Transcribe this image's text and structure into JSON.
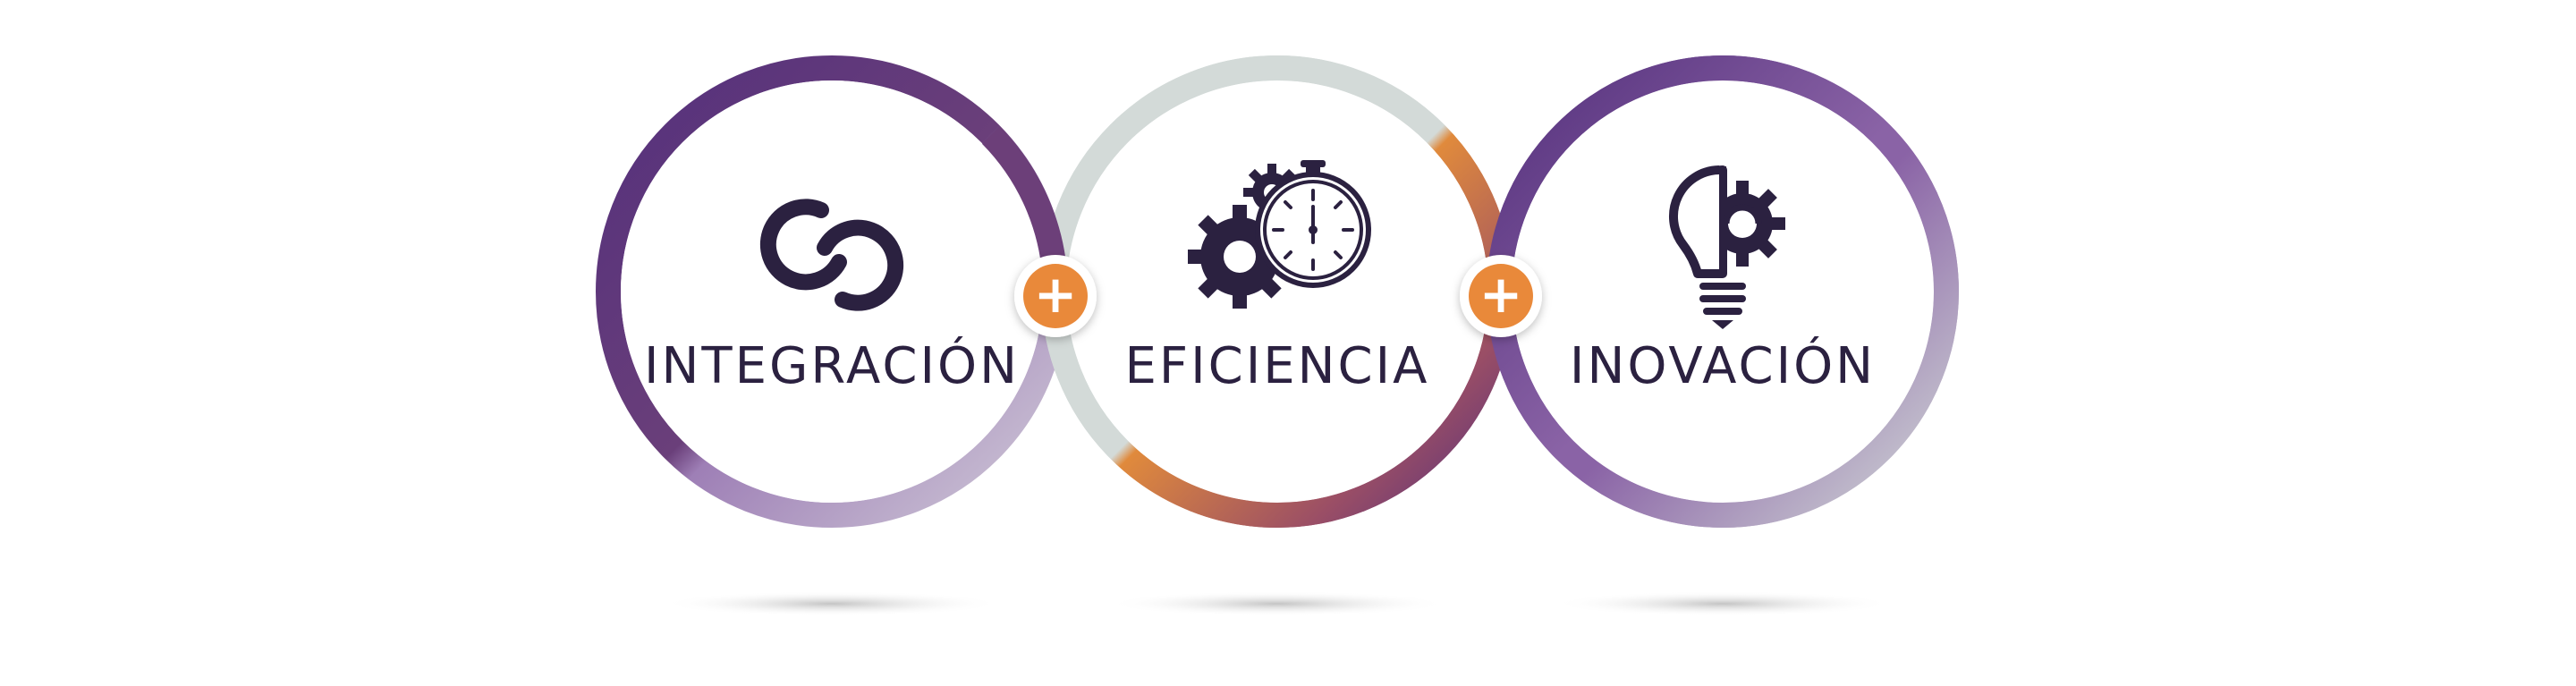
{
  "colors": {
    "purple_dark": "#54307c",
    "purple_light": "#8a63a6",
    "lavender": "#b7a9c6",
    "gray_ring": "#d3dad8",
    "orange": "#e9893a",
    "copper": "#c77a3f",
    "icon": "#2b2140",
    "text": "#2b2140"
  },
  "items": [
    {
      "label": "INTEGRACIÓN",
      "icon": "link-icon"
    },
    {
      "label": "EFICIENCIA",
      "icon": "gears-stopwatch-icon"
    },
    {
      "label": "INOVACIÓN",
      "icon": "lightbulb-gear-icon"
    }
  ],
  "connectors": [
    {
      "symbol": "+",
      "icon": "plus-icon"
    },
    {
      "symbol": "+",
      "icon": "plus-icon"
    }
  ]
}
